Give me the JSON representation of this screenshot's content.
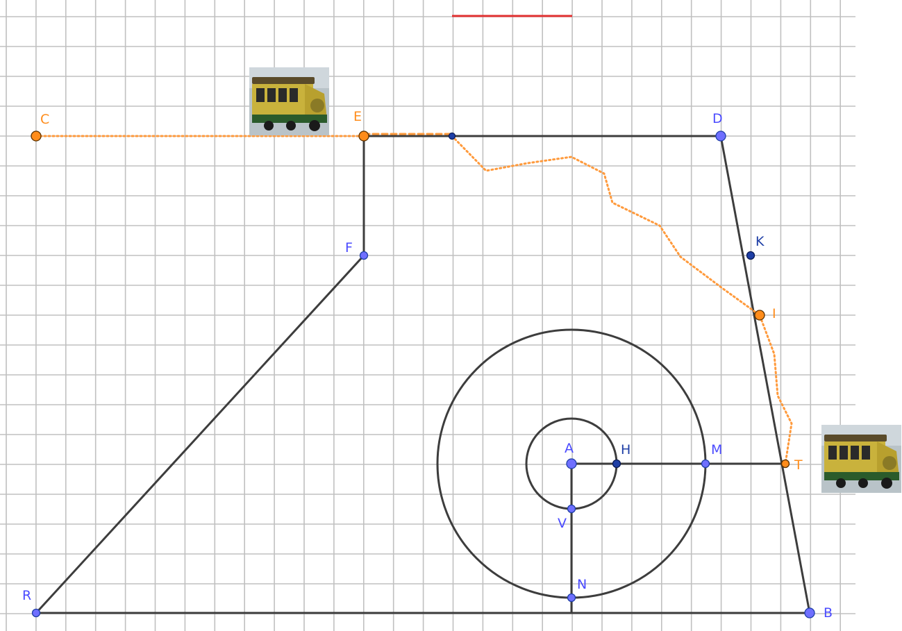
{
  "app": {
    "name": "Geometry construction view"
  },
  "colors": {
    "grid": "#c0c0c0",
    "segment": "#3d3d3d",
    "point_free": "#6f6fff",
    "point_dependent": "#1f3fa6",
    "point_orange": "#ff8c1a",
    "label_blue": "#4a4aff",
    "label_orange": "#ff8c1a",
    "slider_red": "#e03030",
    "path": "#ff9a3c"
  },
  "labels": {
    "C": "C",
    "E": "E",
    "D": "D",
    "F": "F",
    "K": "K",
    "I": "I",
    "A": "A",
    "H": "H",
    "M": "M",
    "T": "T",
    "V": "V",
    "N": "N",
    "R": "R",
    "B": "B"
  },
  "images": [
    {
      "name": "train-image-1",
      "icon": "train-icon",
      "description": "yellow tourist train photo near E"
    },
    {
      "name": "train-image-2",
      "icon": "train-icon",
      "description": "yellow tourist train photo near T"
    }
  ]
}
